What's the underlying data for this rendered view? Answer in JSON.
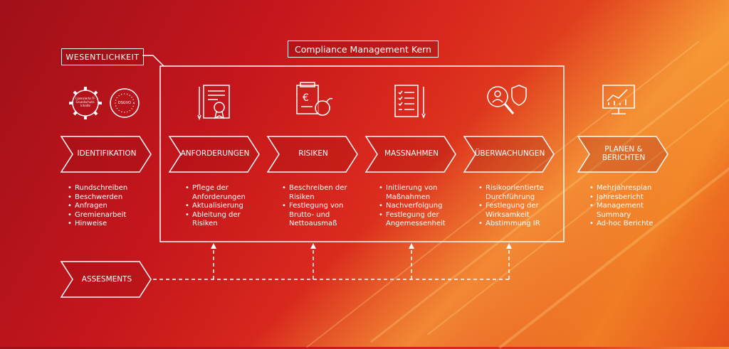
{
  "wesentlichkeit_label": "WESENTLICHKEIT",
  "core_title": "Compliance Management Kern",
  "badges": {
    "gear_text": "Lizenzierte IT-Grundschutz-Inhalte",
    "circle_text": "DSGVO"
  },
  "steps": [
    {
      "label": "IDENTIFIKATION",
      "items": [
        "Rundschreiben",
        "Beschwerden",
        "Anfragen",
        "Gremienarbeit",
        "Hinweise"
      ]
    },
    {
      "label": "ANFORDERUNGEN",
      "items": [
        "Pflege der\nAnforderungen",
        "Aktualisierung",
        "Ableitung der\nRisiken"
      ]
    },
    {
      "label": "RISIKEN",
      "items": [
        "Beschreiben der\nRisiken",
        "Festlegung von\nBrutto- und\nNettoausmaß"
      ]
    },
    {
      "label": "MASSNAHMEN",
      "items": [
        "Initiierung von\nMaßnahmen",
        "Nachverfolgung",
        "Festlegung der\nAngemessenheit"
      ]
    },
    {
      "label": "ÜBERWACHUNGEN",
      "items": [
        "Risikoorientierte\nDurchführung",
        "Festlegung der\nWirksamkeit",
        "Abstimmung IR"
      ]
    },
    {
      "label": "PLANEN &\nBERICHTEN",
      "items": [
        "Mehrjahresplan",
        "Jahresbericht",
        "Management\nSummary",
        "Ad-hoc Berichte"
      ]
    }
  ],
  "assessments_label": "ASSESMENTS",
  "icons": [
    "certificate-icon",
    "euro-bomb-icon",
    "checklist-icon",
    "magnifier-shield-icon",
    "monitor-chart-icon"
  ]
}
